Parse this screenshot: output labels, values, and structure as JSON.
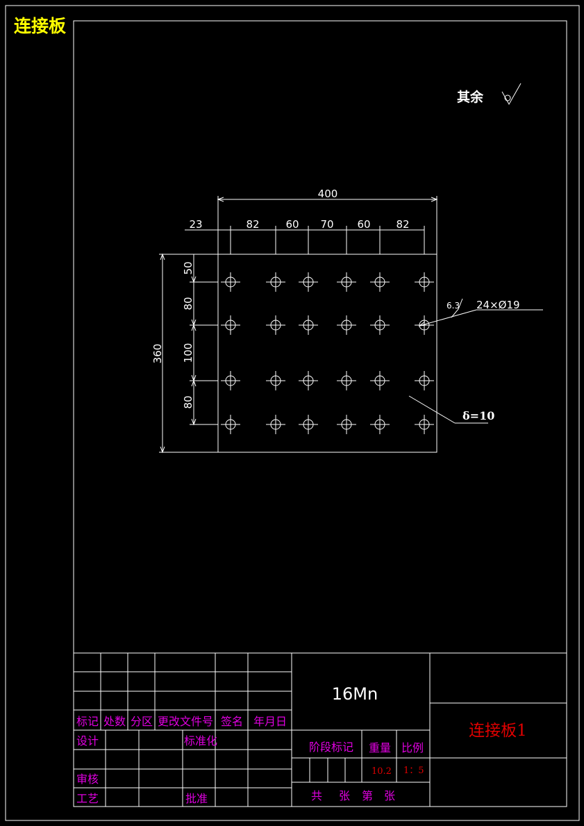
{
  "drawing_title": "连接板",
  "roughness_note": "其余",
  "dimensions": {
    "overall_width": "400",
    "overall_height": "360",
    "horizontal": [
      "23",
      "82",
      "60",
      "70",
      "60",
      "82"
    ],
    "vertical": [
      "50",
      "80",
      "100",
      "80"
    ]
  },
  "hole_callout": "24×Ø19",
  "hole_roughness": "6.3",
  "thickness_note": "δ=10",
  "title_block": {
    "material": "16Mn",
    "part_name": "连接板1",
    "headers": {
      "mark": "标记",
      "count": "处数",
      "zone": "分区",
      "change_doc": "更改文件号",
      "signature": "签名",
      "date": "年月日"
    },
    "roles": {
      "design": "设计",
      "standardize": "标准化",
      "review": "审核",
      "process": "工艺",
      "approve": "批准"
    },
    "stage_mark": "阶段标记",
    "weight_label": "重量",
    "scale_label": "比例",
    "weight_value": "10.2",
    "scale_value": "1：5",
    "sheet_total": "共",
    "sheet_unit": "张",
    "sheet_number": "第",
    "sheet_unit2": "张"
  }
}
